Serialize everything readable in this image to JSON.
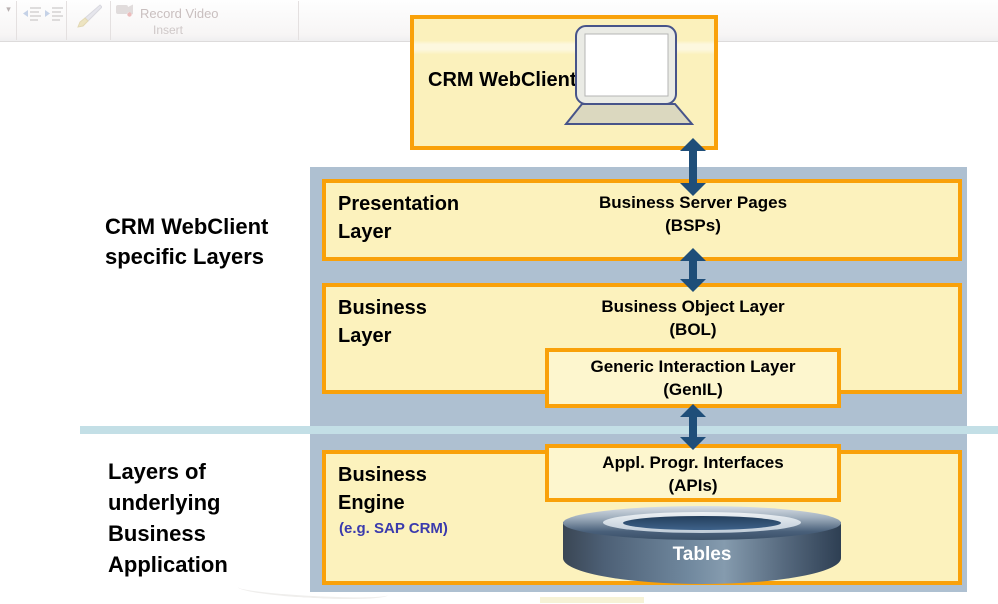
{
  "ribbon": {
    "record_video_label": "Record Video",
    "group_label": "Insert"
  },
  "diagram": {
    "client": {
      "label": "CRM WebClient"
    },
    "side_labels": {
      "top": "CRM WebClient\nspecific Layers",
      "bottom": "Layers of\nunderlying\nBusiness\nApplication"
    },
    "presentation": {
      "title": "Presentation\nLayer",
      "content": "Business Server Pages\n(BSPs)"
    },
    "business": {
      "title": "Business\nLayer",
      "content": "Business Object Layer\n(BOL)",
      "nested": "Generic Interaction Layer\n(GenIL)"
    },
    "engine": {
      "title": "Business\nEngine",
      "subtitle": "(e.g. SAP CRM)",
      "api": "Appl. Progr. Interfaces\n(APIs)",
      "database_label": "Tables"
    }
  },
  "icons": {
    "caret_down": "small gray dropdown triangle",
    "decrease_indent": "gray lines with left blue arrow",
    "increase_indent": "gray lines with right blue arrow",
    "format_painter": "faded brush glyph",
    "record_video": "faded camcorder glyph with red dot",
    "client_device": "laptop with white screen",
    "database": "3d blue-gray cylinder"
  },
  "colors": {
    "accent_orange": "#F9A10A",
    "panel_fill_yellow": "#FCF2BD",
    "nested_fill_yellow": "#FDF6CE",
    "container_blue_gray": "#AEC0D1",
    "arrow_navy": "#1F4E79",
    "divider_cyan": "#C3DFE6",
    "engine_subtitle_blue": "#3A3AAD",
    "tables_text": "#FFFFFF"
  }
}
